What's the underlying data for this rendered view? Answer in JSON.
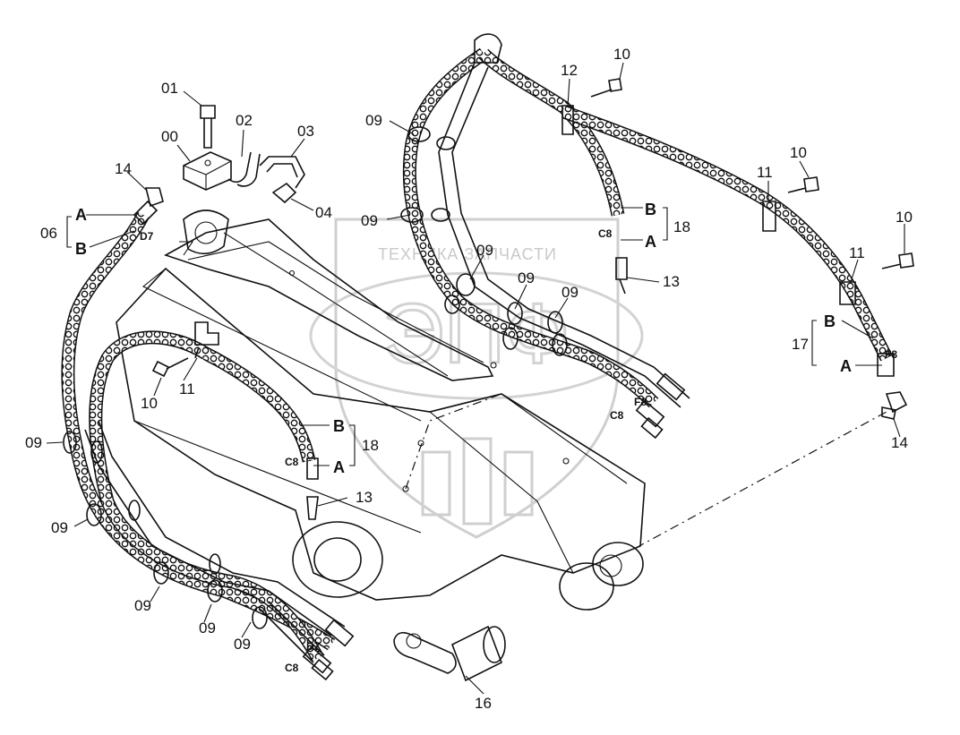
{
  "watermark": {
    "text": "ТЕХНИКА    ЗАПЧАСТИ",
    "logo_letters": "ЭПФ",
    "color": "#c9c9c9"
  },
  "labels": {
    "p00": "00",
    "p01": "01",
    "p02": "02",
    "p03": "03",
    "p04": "04",
    "p06": "06",
    "p09a": "09",
    "p09b": "09",
    "p09c": "09",
    "p09d": "09",
    "p09e": "09",
    "p09f": "09",
    "p09g": "09",
    "p09h": "09",
    "p09i": "09",
    "p09j": "09",
    "p10a": "10",
    "p10b": "10",
    "p10c": "10",
    "p10d": "10",
    "p11a": "11",
    "p11b": "11",
    "p11c": "11",
    "p12": "12",
    "p13a": "13",
    "p13b": "13",
    "p14a": "14",
    "p14b": "14",
    "p16": "16",
    "p17": "17",
    "p18a": "18",
    "p18b": "18"
  },
  "port_labels": {
    "a1": "A",
    "b1": "B",
    "a2": "A",
    "b2": "B",
    "a3": "A",
    "b3": "B",
    "a4": "A",
    "b4": "B"
  },
  "fitting_codes": {
    "d7a": "D7",
    "d7b": "D7",
    "c8a": "C8",
    "c8b": "C8",
    "c8c": "C8",
    "c8d": "C8",
    "f8a": "F8",
    "f8b": "F8"
  }
}
